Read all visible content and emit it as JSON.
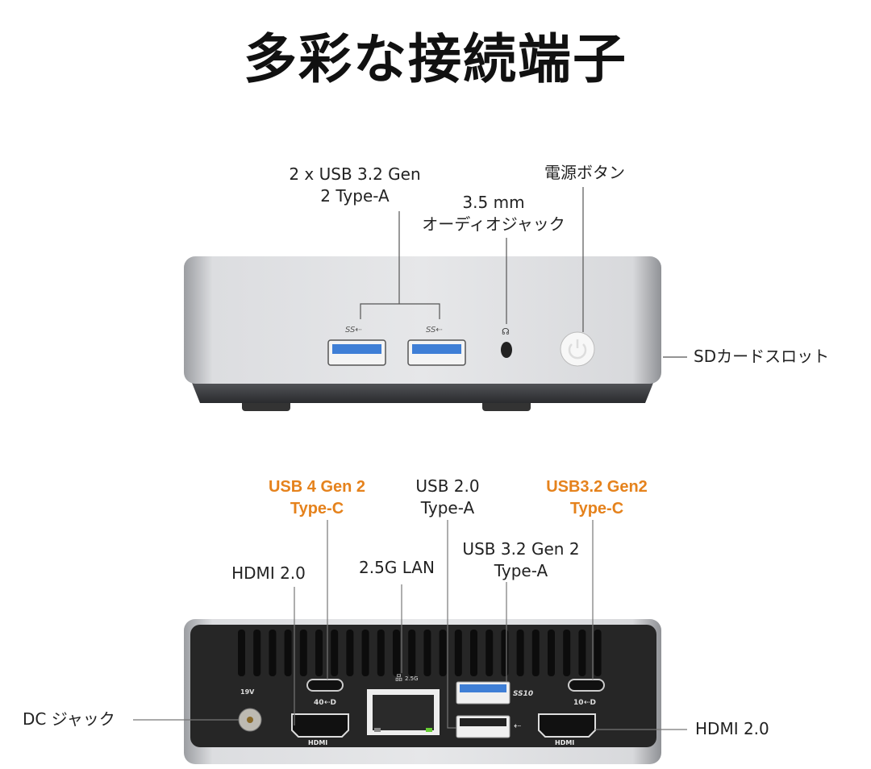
{
  "title": "多彩な接続端子",
  "front": {
    "usb_label_1": "2 x USB 3.2 Gen",
    "usb_label_2": "2 Type-A",
    "audio_label_1": "3.5 mm",
    "audio_label_2": "オーディオジャック",
    "power_label": "電源ボタン",
    "sd_label": "SDカードスロット"
  },
  "back": {
    "usb4_label_1": "USB 4 Gen 2",
    "usb4_label_2": "Type-C",
    "usb2_label_1": "USB 2.0",
    "usb2_label_2": "Type-A",
    "usb32c_label_1": "USB3.2 Gen2",
    "usb32c_label_2": "Type-C",
    "hdmi_left_label": "HDMI 2.0",
    "lan_label": "2.5G LAN",
    "usb32a_label_1": "USB 3.2 Gen 2",
    "usb32a_label_2": "Type-A",
    "dc_label": "DC ジャック",
    "hdmi_right_label": "HDMI 2.0",
    "port_marks": {
      "hdmi": "HDMI",
      "dc": "19V",
      "lan": "2.5G",
      "usbc_40": "40",
      "usbc_10": "10",
      "ss10": "SS10"
    }
  },
  "colors": {
    "highlight": "#e5821c",
    "usb_blue": "#3f7fd6",
    "chassis_silver": "#d9dadc",
    "panel_dark": "#262626"
  }
}
